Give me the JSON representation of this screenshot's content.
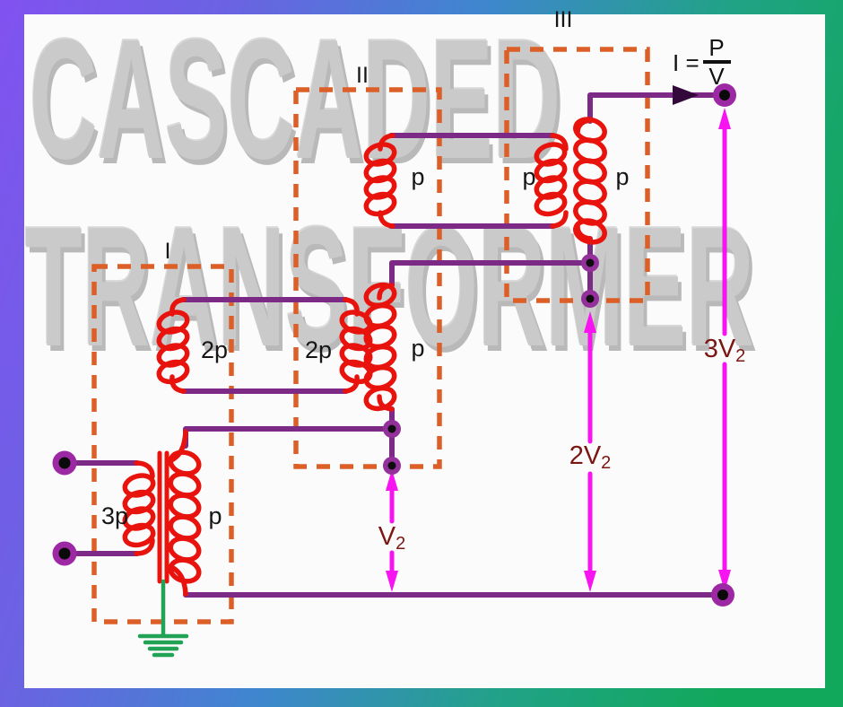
{
  "watermark": {
    "line1": "CASCADED",
    "line2": "TRANSFORMER"
  },
  "stage_boxes": [
    {
      "label": "I"
    },
    {
      "label": "II"
    },
    {
      "label": "III"
    }
  ],
  "windings": {
    "t1_primary": "3p",
    "t1_secondary": "p",
    "link_left": "2p",
    "link_right": "2p",
    "t2_top": "p",
    "t2_bottom": "p",
    "t3_left": "p",
    "t3_right": "p"
  },
  "formula": {
    "lhs": "I =",
    "numerator": "P",
    "denominator": "V"
  },
  "voltages": {
    "v1": {
      "base": "V",
      "sub": "2"
    },
    "v2": {
      "base": "2V",
      "sub": "2"
    },
    "v3": {
      "base": "3V",
      "sub": "2"
    }
  },
  "colors": {
    "frame_gradient_start": "#8152f0",
    "frame_gradient_mid": "#3f86cf",
    "frame_gradient_end": "#12a85c",
    "wire": "#7d2a86",
    "coil": "#e8130d",
    "dashed_box": "#dd5f28",
    "junction_ring": "#93309a",
    "measure_arrow": "#f714f0",
    "voltage_text": "#7a1713",
    "ground": "#21a356",
    "watermark_gray": "#cacaca"
  }
}
